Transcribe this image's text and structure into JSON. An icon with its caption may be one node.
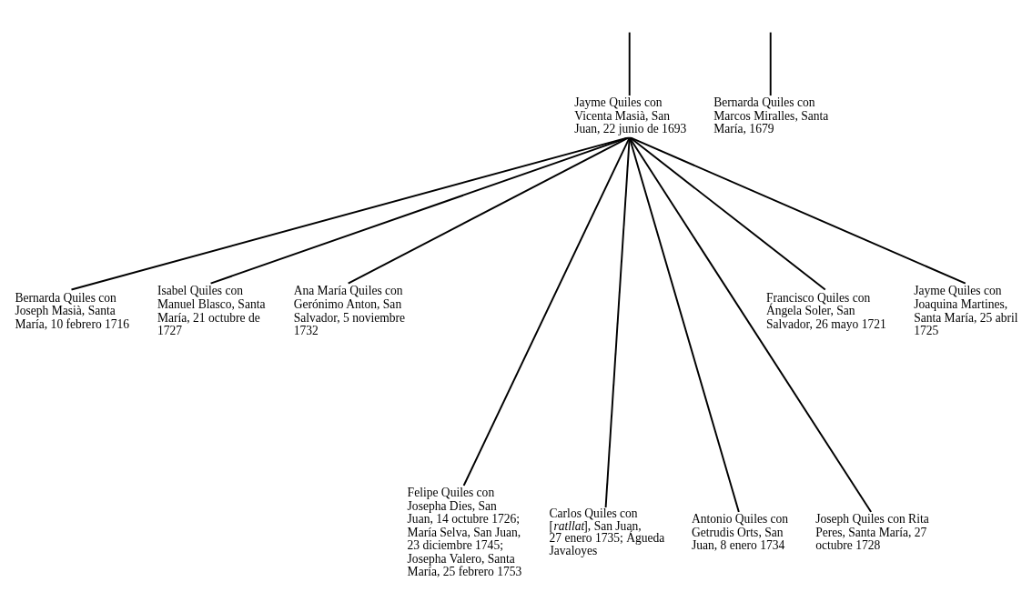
{
  "diagram": {
    "nodes": [
      {
        "text": [
          "Jayme Quiles con Vicenta Masià, San Juan, 22 junio de 1693"
        ]
      },
      {
        "text": [
          "Bernarda Quiles con Marcos Miralles, Santa María, 1679"
        ]
      },
      {
        "text": [
          "Bernarda Quiles con Joseph Masià, Santa María, 10 febrero 1716"
        ]
      },
      {
        "text": [
          "Isabel Quiles con Manuel Blasco, Santa María, 21 octubre de 1727"
        ]
      },
      {
        "text": [
          "Ana María Quiles con Gerónimo Anton, San Salvador, 5 noviembre 1732"
        ]
      },
      {
        "text": [
          "Francisco Quiles con Ángela Soler, San Salvador, 26 mayo 1721"
        ]
      },
      {
        "text": [
          "Jayme Quiles con Joaquina Martines, Santa María, 25 abril 1725"
        ]
      },
      {
        "text": [
          "Felipe Quiles con Josepha Dies, San Juan, 14 octubre 1726; María Selva, San Juan, 23 diciembre 1745; Josepha Valero, Santa María, 25 febrero 1753"
        ]
      },
      {
        "text": [
          "Carlos Quiles con [*ratllat*], San Juan, 27 enero 1735; Águeda Javaloyes"
        ]
      },
      {
        "text": [
          "Antonio Quiles con Getrudis Orts, San Juan, 8 enero 1734"
        ]
      },
      {
        "text": [
          "Joseph Quiles con Rita Peres, Santa María, 27 octubre 1728"
        ]
      }
    ],
    "edges": [
      {
        "from": null,
        "to": 0,
        "arrow": "none"
      },
      {
        "from": null,
        "to": 1,
        "arrow": "none"
      },
      {
        "from": 0,
        "to": 2,
        "arrow": "none"
      },
      {
        "from": 0,
        "to": 3,
        "arrow": "none"
      },
      {
        "from": 0,
        "to": 4,
        "arrow": "none"
      },
      {
        "from": 0,
        "to": 5,
        "arrow": "none"
      },
      {
        "from": 0,
        "to": 6,
        "arrow": "none"
      },
      {
        "from": 0,
        "to": 7,
        "arrow": "none"
      },
      {
        "from": 0,
        "to": 8,
        "arrow": "none"
      },
      {
        "from": 0,
        "to": 9,
        "arrow": "none"
      },
      {
        "from": 0,
        "to": 10,
        "arrow": "none"
      }
    ]
  }
}
